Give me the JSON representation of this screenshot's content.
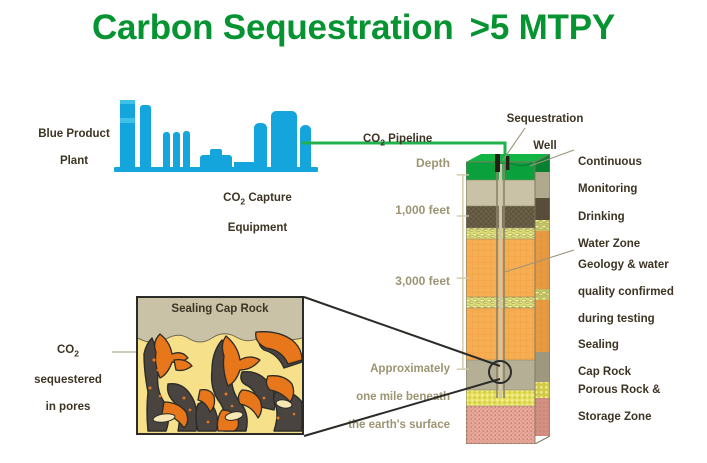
{
  "title": {
    "main": "Carbon Sequestration",
    "metric": ">5 MTPY"
  },
  "colors": {
    "title_green": "#069331",
    "pipeline_green": "#22b14c",
    "plant_blue": "#13a5db",
    "plant_blue_dark": "#0d8fc4",
    "label_text": "#3d3424",
    "depth_text": "#9c9472",
    "surface_green": "#0aa03c",
    "topsoil_tan": "#c9c2a6",
    "drinking_water_brown": "#6b6048",
    "rock_orange": "#f5a94e",
    "speckle_band": "#d8d86a",
    "cap_rock_gray": "#b5b095",
    "storage_yellow": "#e8e05c",
    "basement_pink": "#e8a89a"
  },
  "plant": {
    "label": "Blue Product Plant",
    "label_line1": "Blue Product",
    "label_line2": "Plant",
    "capture_label_line1": "CO2 Capture",
    "capture_label_line2": "Equipment",
    "capture_formula_prefix": "CO",
    "capture_formula_sub": "2",
    "capture_formula_suffix": " Capture"
  },
  "pipeline": {
    "label_prefix": "CO",
    "label_sub": "2",
    "label_suffix": " Pipeline",
    "label_full": "CO2 Pipeline"
  },
  "well": {
    "label_line1": "Sequestration",
    "label_line2": "Well",
    "label_full": "Sequestration Well"
  },
  "depth_scale": {
    "ticks": [
      {
        "label": "Depth",
        "value": 0
      },
      {
        "label": "1,000 feet",
        "value": 1000
      },
      {
        "label": "3,000 feet",
        "value": 3000
      }
    ],
    "note_line1": "Approximately",
    "note_line2": "one mile beneath",
    "note_line3": "the earth's surface",
    "note_full": "Approximately one mile beneath the earth's surface"
  },
  "strata_labels": [
    {
      "id": "continuous-monitoring",
      "line1": "Continuous",
      "line2": "Monitoring"
    },
    {
      "id": "drinking-water-zone",
      "line1": "Drinking",
      "line2": "Water Zone"
    },
    {
      "id": "geology-water-quality",
      "line1": "Geology & water",
      "line2": "quality confirmed",
      "line3": "during testing"
    },
    {
      "id": "sealing-cap-rock",
      "line1": "Sealing",
      "line2": "Cap Rock"
    },
    {
      "id": "porous-rock-storage",
      "line1": "Porous Rock &",
      "line2": "Storage Zone"
    }
  ],
  "inset": {
    "title": "Sealing Cap Rock",
    "callout_line1": "CO2",
    "callout_prefix": "CO",
    "callout_sub": "2",
    "callout_line2": "sequestered",
    "callout_line3": "in pores",
    "callout_full": "CO2 sequestered in pores"
  }
}
